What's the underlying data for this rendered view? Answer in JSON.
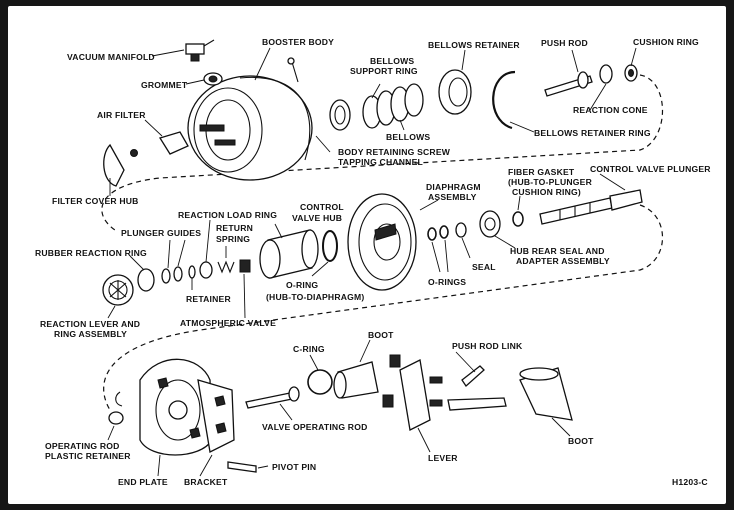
{
  "labels": {
    "vacuum_manifold": "VACUUM MANIFOLD",
    "booster_body": "BOOSTER BODY",
    "bellows_support_ring": "BELLOWS",
    "bellows_support_ring_2": "SUPPORT RING",
    "bellows_retainer": "BELLOWS RETAINER",
    "push_rod": "PUSH ROD",
    "cushion_ring": "CUSHION RING",
    "grommet": "GROMMET",
    "reaction_cone": "REACTION CONE",
    "air_filter": "AIR FILTER",
    "bellows": "BELLOWS",
    "bellows_retainer_ring": "BELLOWS RETAINER RING",
    "body_retaining_screw": "BODY RETAINING SCREW",
    "tapping_channel": "TAPPING CHANNEL",
    "filter_cover_hub": "FILTER COVER HUB",
    "fiber_gasket": "FIBER GASKET",
    "hub_to_plunger": "(HUB-TO-PLUNGER",
    "cushion_ring_paren": "CUSHION RING)",
    "control_valve_plunger": "CONTROL VALVE PLUNGER",
    "diaphragm": "DIAPHRAGM",
    "assembly": "ASSEMBLY",
    "reaction_load_ring": "REACTION LOAD RING",
    "control": "CONTROL",
    "valve_hub": "VALVE HUB",
    "plunger_guides": "PLUNGER GUIDES",
    "return": "RETURN",
    "spring": "SPRING",
    "rubber_reaction_ring": "RUBBER REACTION RING",
    "hub_rear_seal_and": "HUB REAR SEAL AND",
    "adapter_assembly": "ADAPTER ASSEMBLY",
    "seal": "SEAL",
    "o_rings": "O-RINGS",
    "retainer": "RETAINER",
    "o_ring": "O-RING",
    "hub_to_diaphragm": "(HUB-TO-DIAPHRAGM)",
    "reaction_lever_and": "REACTION LEVER AND",
    "ring_assembly": "RING ASSEMBLY",
    "atmospheric_valve": "ATMOSPHERIC VALVE",
    "boot_top": "BOOT",
    "c_ring": "C-RING",
    "push_rod_link": "PUSH ROD LINK",
    "valve_operating_rod": "VALVE OPERATING ROD",
    "operating_rod": "OPERATING ROD",
    "plastic_retainer": "PLASTIC RETAINER",
    "boot_bottom": "BOOT",
    "lever": "LEVER",
    "pivot_pin": "PIVOT PIN",
    "end_plate": "END PLATE",
    "bracket": "BRACKET",
    "figure_code": "H1203-C"
  }
}
